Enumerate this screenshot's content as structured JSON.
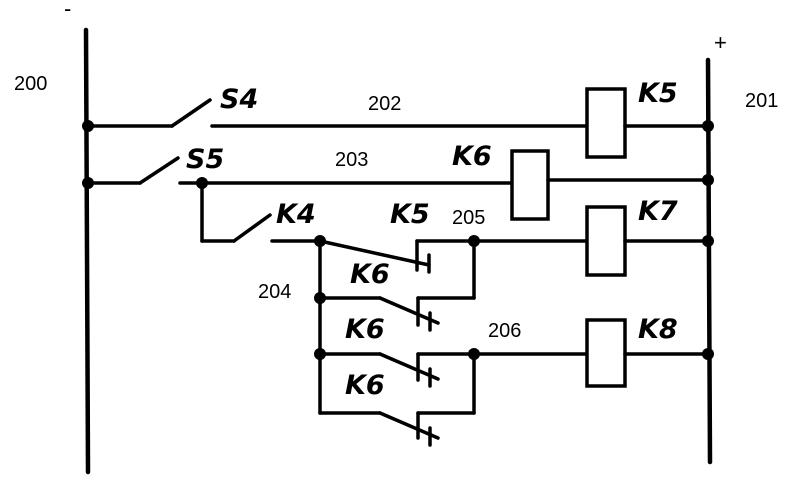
{
  "rails": {
    "minus_symbol": "-",
    "plus_symbol": "+",
    "left_node": "200",
    "right_node": "201"
  },
  "wires": {
    "w202": "202",
    "w203": "203",
    "w204": "204",
    "w205": "205",
    "w206": "206"
  },
  "contacts": {
    "s4": "S4",
    "s5": "S5",
    "k4": "K4",
    "k5": "K5",
    "k6a": "K6",
    "k6b": "K6",
    "k6c": "K6"
  },
  "coils": {
    "k5": "K5",
    "k6": "K6",
    "k7": "K7",
    "k8": "K8"
  }
}
